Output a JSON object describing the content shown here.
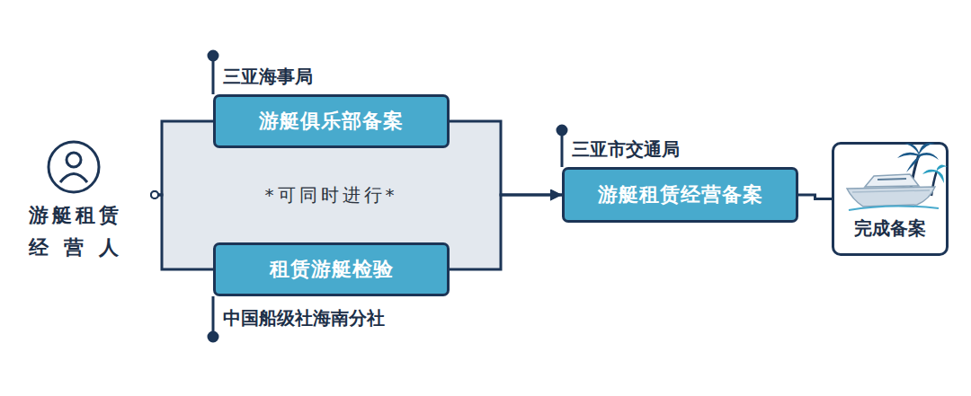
{
  "diagram": {
    "nodes": [
      {
        "text": [
          "游艇租赁经营人"
        ]
      },
      {
        "text": [
          "*可同时进行*"
        ]
      },
      {
        "text": [
          "三亚海事局",
          "游艇俱乐部备案"
        ]
      },
      {
        "text": [
          "租赁游艇检验",
          "中国船级社海南分社"
        ]
      },
      {
        "text": [
          "三亚市交通局",
          "游艇租赁经营备案"
        ]
      },
      {
        "text": [
          "完成备案"
        ]
      }
    ],
    "edges": [
      {
        "from": 0,
        "to": 2,
        "arrow": "none"
      },
      {
        "from": 0,
        "to": 3,
        "arrow": "none"
      },
      {
        "from": 2,
        "to": 4,
        "arrow": "to"
      },
      {
        "from": 3,
        "to": 4,
        "arrow": "to"
      },
      {
        "from": 4,
        "to": 5,
        "arrow": "none"
      }
    ]
  }
}
